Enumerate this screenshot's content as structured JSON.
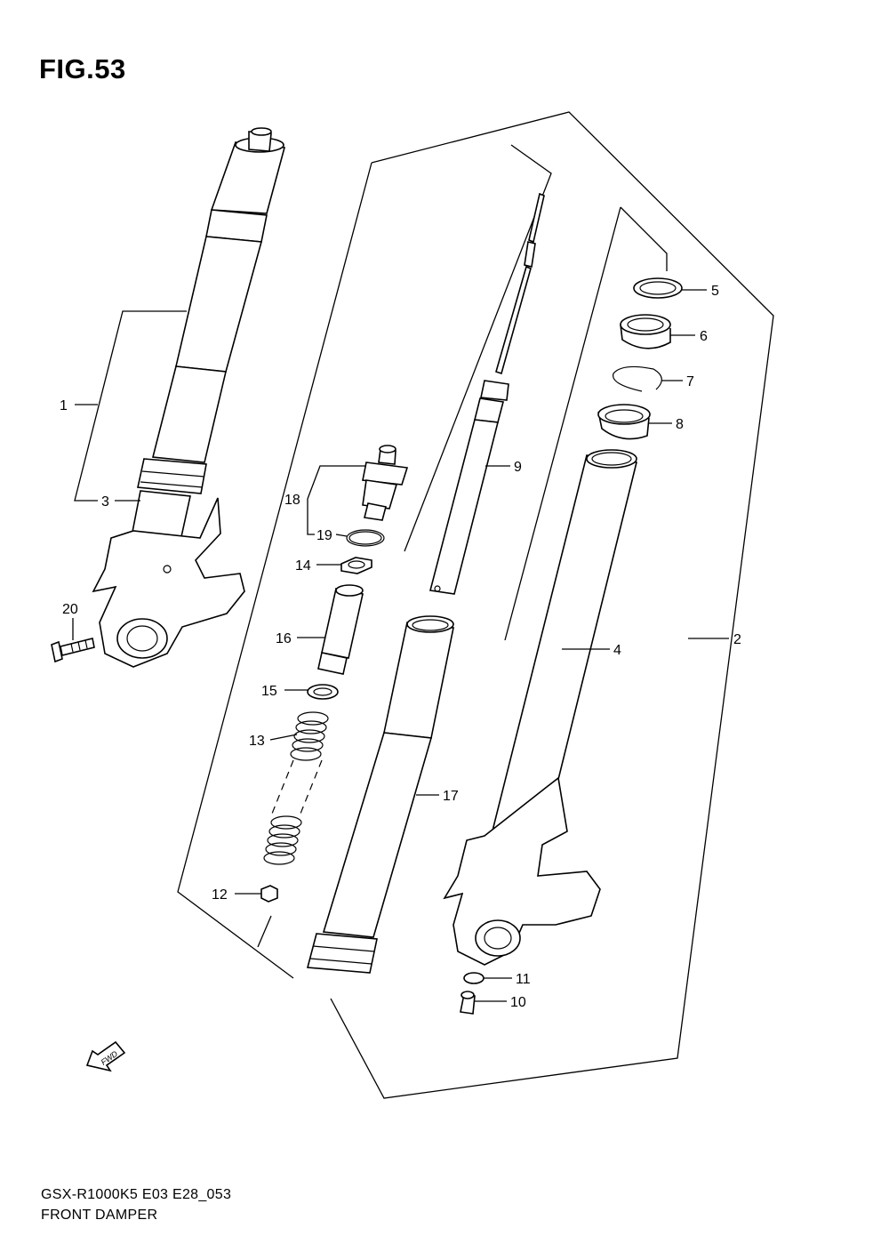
{
  "figure": {
    "title": "FIG.53",
    "model_code": "GSX-R1000K5 E03 E28_053",
    "section_name": "FRONT DAMPER",
    "direction_marker": "FWD"
  },
  "callouts": {
    "n1": "1",
    "n2": "2",
    "n3": "3",
    "n4": "4",
    "n5": "5",
    "n6": "6",
    "n7": "7",
    "n8": "8",
    "n9": "9",
    "n10": "10",
    "n11": "11",
    "n12": "12",
    "n13": "13",
    "n14": "14",
    "n15": "15",
    "n16": "16",
    "n17": "17",
    "n18": "18",
    "n19": "19",
    "n20": "20"
  }
}
